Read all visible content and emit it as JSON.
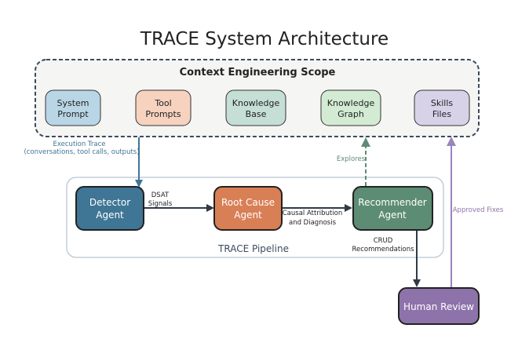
{
  "title": "TRACE System Architecture",
  "scope": {
    "label": "Context Engineering Scope",
    "items": [
      {
        "line1": "System",
        "line2": "Prompt",
        "fill": "#b9d6e6"
      },
      {
        "line1": "Tool",
        "line2": "Prompts",
        "fill": "#f6d2bf"
      },
      {
        "line1": "Knowledge",
        "line2": "Base",
        "fill": "#c5ded6"
      },
      {
        "line1": "Knowledge",
        "line2": "Graph",
        "fill": "#d3ebd2"
      },
      {
        "line1": "Skills",
        "line2": "Files",
        "fill": "#d8d2e8"
      }
    ]
  },
  "pipeline": {
    "label": "TRACE Pipeline",
    "detector": {
      "line1": "Detector",
      "line2": "Agent",
      "fill": "#3f7595"
    },
    "root_cause": {
      "line1": "Root Cause",
      "line2": "Agent",
      "fill": "#d97f56"
    },
    "recommender": {
      "line1": "Recommender",
      "line2": "Agent",
      "fill": "#5d8c74"
    }
  },
  "human_review": {
    "label": "Human Review",
    "fill": "#8e73aa"
  },
  "edges": {
    "execution_trace_line1": "Execution Trace",
    "execution_trace_line2": "(conversations, tool calls, outputs)",
    "dsat_line1": "DSAT",
    "dsat_line2": "Signals",
    "causal_line1": "Causal Attribution",
    "causal_line2": "and Diagnosis",
    "explores": "Explores",
    "crud_line1": "CRUD",
    "crud_line2": "Recommendations",
    "approved_fixes": "Approved Fixes"
  },
  "colors": {
    "trace_arrow": "#3f7595",
    "explores_arrow": "#5d8c74",
    "approved_arrow": "#9a84be",
    "dark_arrow": "#2f3a48",
    "scope_border": "#3b4a5e"
  }
}
